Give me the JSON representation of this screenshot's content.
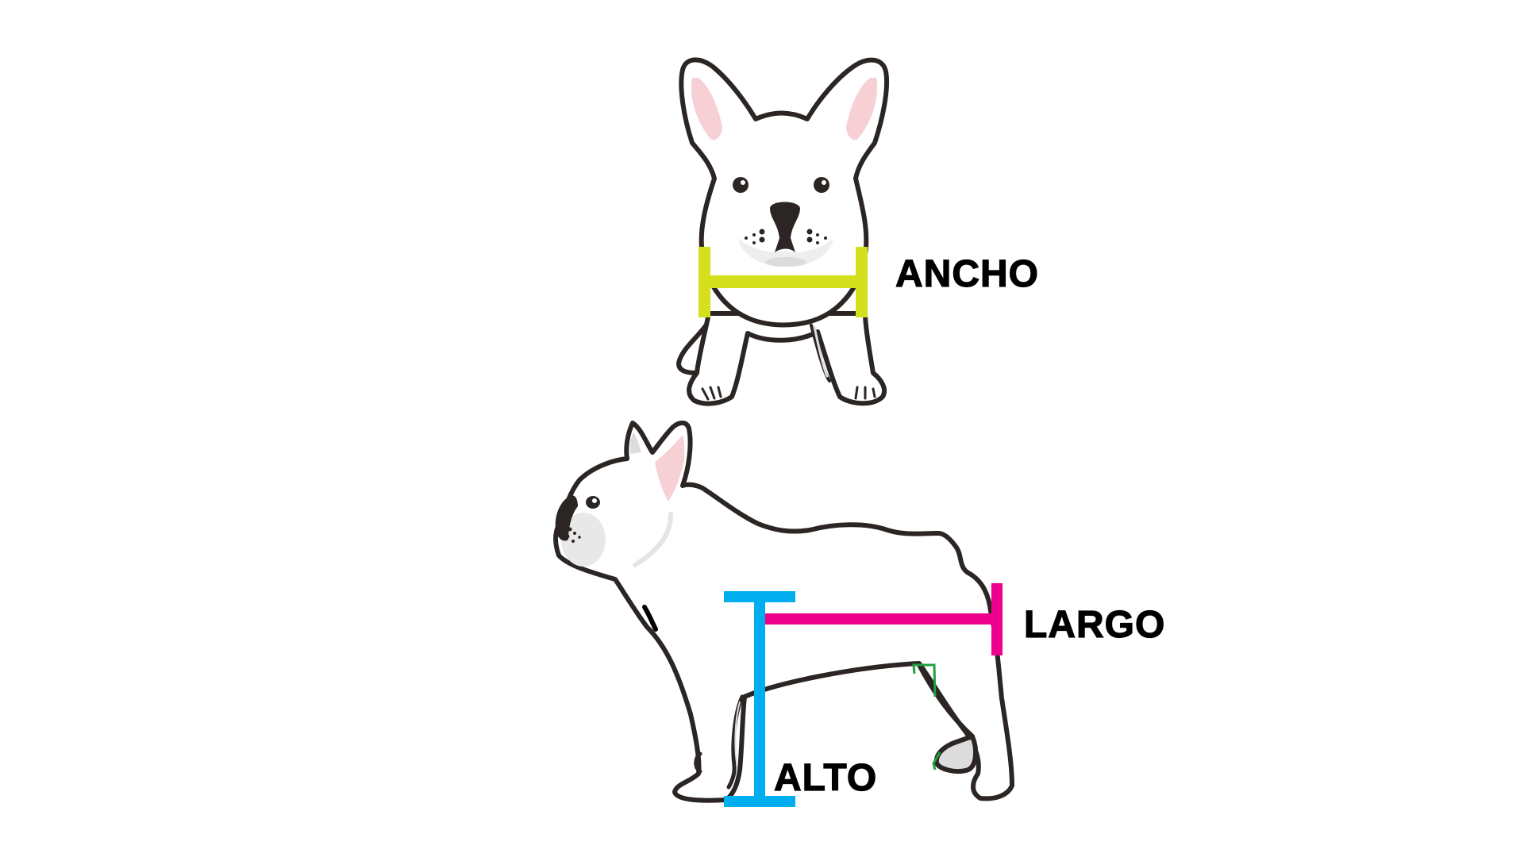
{
  "diagram": {
    "subject": "French bulldog measurement guide",
    "measurements": [
      {
        "id": "ancho",
        "label": "ANCHO",
        "color": "#d4e01e",
        "view": "front"
      },
      {
        "id": "largo",
        "label": "LARGO",
        "color": "#ec008c",
        "view": "side"
      },
      {
        "id": "alto",
        "label": "ALTO",
        "color": "#00aeef",
        "view": "side"
      }
    ],
    "palette": {
      "outline": "#2b2523",
      "ear_inner": "#f6d0d4",
      "muzzle_shade": "#e6e6e6",
      "background": "#ffffff"
    }
  }
}
